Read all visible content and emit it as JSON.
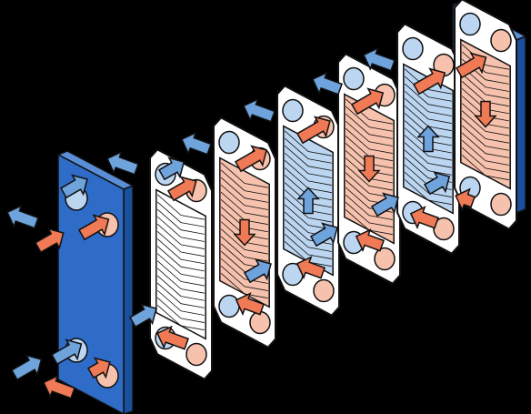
{
  "colors": {
    "background": "#000000",
    "frame": "#2e6cc7",
    "frame_side": "#1a4f9e",
    "hot": "#f07a55",
    "hot_light": "#f7c2ad",
    "cold": "#6fa3dc",
    "cold_light": "#bcd6f1",
    "outline": "#111111",
    "gasket": "#ffffff"
  },
  "diagram": {
    "kind": "plate-heat-exchanger-exploded-view",
    "plates": [
      {
        "fluid": "cold",
        "flow": "none",
        "fill": "white"
      },
      {
        "fluid": "hot",
        "flow": "down"
      },
      {
        "fluid": "cold",
        "flow": "up"
      },
      {
        "fluid": "hot",
        "flow": "down"
      },
      {
        "fluid": "cold",
        "flow": "up"
      },
      {
        "fluid": "hot",
        "flow": "down"
      }
    ]
  }
}
